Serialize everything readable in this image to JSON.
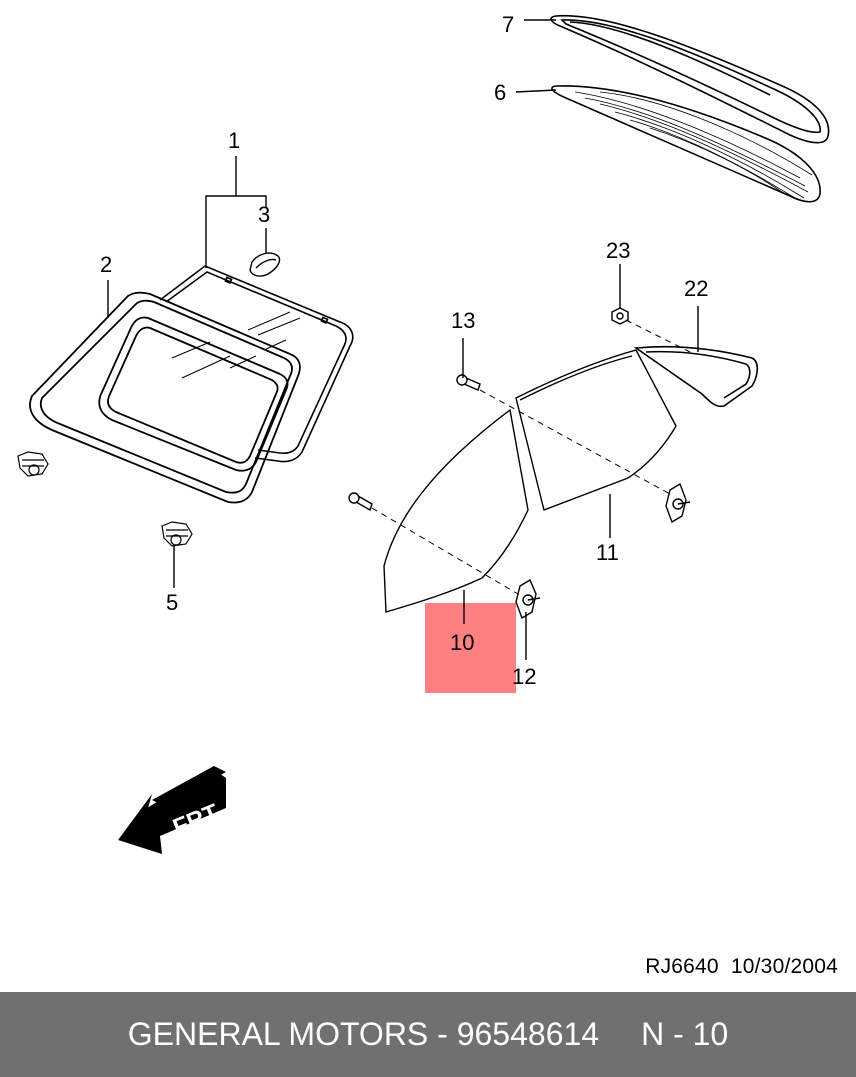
{
  "diagram": {
    "callouts": [
      "1",
      "2",
      "3",
      "5",
      "6",
      "7",
      "10",
      "11",
      "12",
      "13",
      "22",
      "23"
    ],
    "direction_arrow_text": "FRT",
    "reference_code": "RJ6640",
    "reference_date": "10/30/2004",
    "highlight_color": "#ff8080"
  },
  "footer": {
    "brand": "GENERAL MOTORS",
    "separator": "-",
    "part_number": "96548614",
    "position_label": "N - 10"
  }
}
